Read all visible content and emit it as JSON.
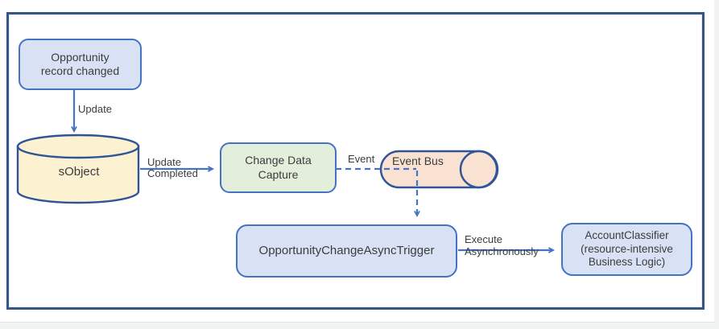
{
  "colors": {
    "frame_border": "#375582",
    "node_blue_fill": "#d9e2f5",
    "node_blue_border": "#4472c4",
    "node_green_fill": "#e3efdb",
    "cylinder_fill": "#fcf1d1",
    "cylinder_border": "#2f5597",
    "bus_fill": "#f9e2d2",
    "bus_border": "#2f5597",
    "arrow": "#4472c4",
    "label_text": "#3c3c3c",
    "page_gutter": "#f1f2f2"
  },
  "nodes": {
    "opportunity_record_changed": "Opportunity\nrecord changed",
    "sobject": "sObject",
    "change_data_capture": "Change Data\nCapture",
    "event_bus": "Event Bus",
    "opportunity_change_async_trigger": "OpportunityChangeAsyncTrigger",
    "account_classifier": "AccountClassifier\n(resource-intensive\nBusiness Logic)"
  },
  "edges": {
    "update": "Update",
    "update_completed": "Update\nCompleted",
    "event": "Event",
    "execute_asynchronously": "Execute\nAsynchronously"
  }
}
